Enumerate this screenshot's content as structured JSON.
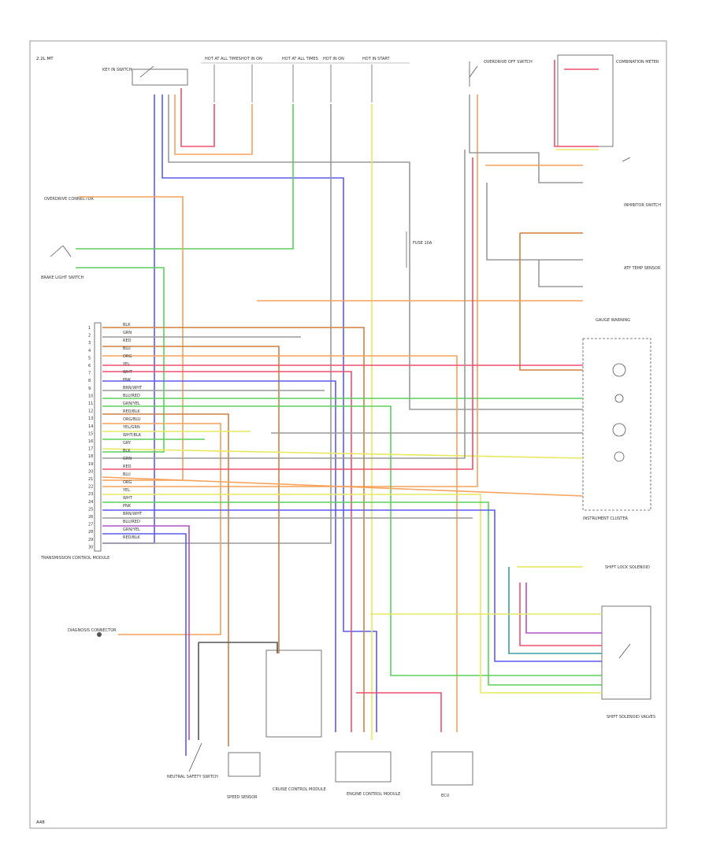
{
  "diagram": {
    "header": "2.2L MT",
    "footer_code": "A48",
    "colors": {
      "orange": "#f6a25a",
      "blue": "#5a5af0",
      "red": "#f0506e",
      "green": "#5ad05a",
      "yellow": "#e8e860",
      "gray": "#9a9a9a",
      "purple": "#b050c8",
      "teal": "#3aa0a0",
      "darkorange": "#d08040",
      "black": "#555555"
    },
    "components": {
      "key_switch": "KEY IN SWITCH",
      "overdrive_connector": "OVERDRIVE CONNECTOR",
      "brake_light_switch": "BRAKE LIGHT SWITCH",
      "tcm": "TRANSMISSION CONTROL MODULE",
      "cluster": "INSTRUMENT CLUSTER",
      "shift_lock": "SHIFT LOCK SOLENOID",
      "cruise": "CRUISE CONTROL MODULE",
      "engine_ecm": "ENGINE CONTROL MODULE",
      "speed_sensor": "SPEED SENSOR",
      "overdrive_off_switch": "OVERDRIVE OFF SWITCH",
      "neutral_switch": "NEUTRAL SAFETY SWITCH",
      "atf_temp": "ATF TEMP SENSOR",
      "inhibitor": "INHIBITOR SWITCH",
      "shift_solenoid": "SHIFT SOLENOID VALVES",
      "fuse": "FUSE 10A",
      "combination_meter": "COMBINATION METER",
      "gauge_warning": "GAUGE WARNING",
      "diag_connector": "DIAGNOSIS CONNECTOR",
      "ecu": "ECU"
    },
    "fuses": [
      "HOT AT ALL TIMES",
      "HOT IN ON",
      "HOT AT ALL TIMES",
      "HOT IN ON",
      "HOT IN START"
    ],
    "wire_codes": [
      "BLK",
      "GRN",
      "RED",
      "BLU",
      "ORG",
      "YEL",
      "WHT",
      "PNK",
      "BRN/WHT",
      "BLU/RED",
      "GRN/YEL",
      "RED/BLK",
      "ORG/BLU",
      "YEL/GRN",
      "WHT/BLK",
      "GRY"
    ],
    "pin_numbers": [
      "1",
      "2",
      "3",
      "4",
      "5",
      "6",
      "7",
      "8",
      "9",
      "10",
      "11",
      "12",
      "13",
      "14",
      "15",
      "16",
      "17",
      "18",
      "19",
      "20",
      "21",
      "22",
      "23",
      "24",
      "25",
      "26",
      "27",
      "28",
      "29",
      "30"
    ]
  }
}
